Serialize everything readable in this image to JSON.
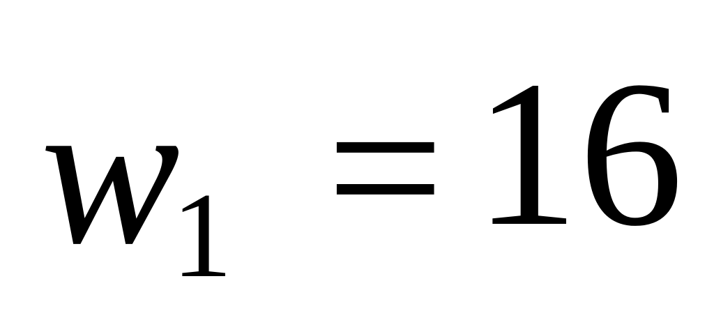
{
  "equation": {
    "variable": "w",
    "subscript": "1",
    "operator": "=",
    "value": "16"
  },
  "colors": {
    "text": "#000000",
    "background": "#ffffff"
  }
}
